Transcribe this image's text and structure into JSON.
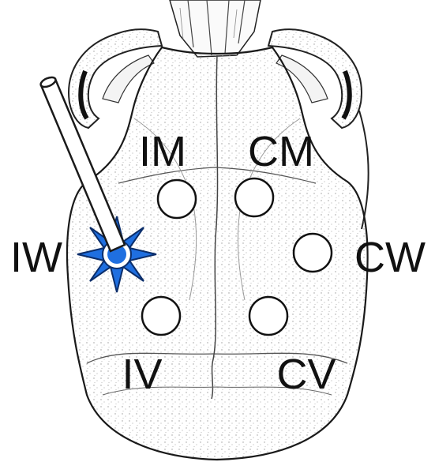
{
  "labels": {
    "im": "IM",
    "cm": "CM",
    "iw": "IW",
    "cw": "CW",
    "iv": "IV",
    "cv": "CV"
  },
  "colors": {
    "stimulus_burst": "#1f6fe0",
    "outline": "#1a1a1a",
    "bone_shading": "#b8b8b8",
    "background": "#ffffff"
  },
  "icons": {
    "probe": "probe-rod-icon",
    "stimulus": "starburst-icon"
  }
}
